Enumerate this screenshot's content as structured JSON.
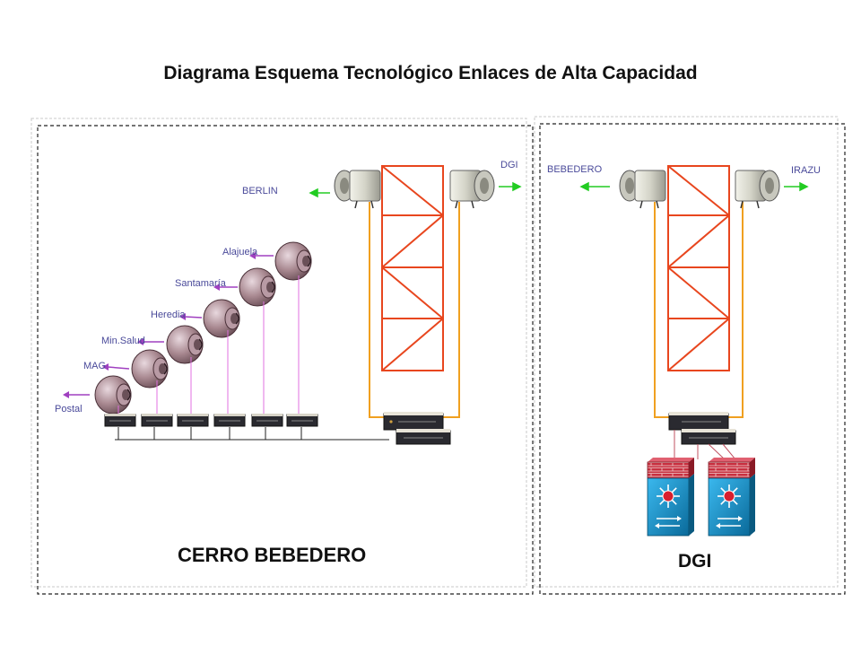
{
  "title": "Diagrama Esquema Tecnológico Enlaces de Alta Capacidad",
  "sites": {
    "left": "CERRO BEBEDERO",
    "right": "DGI"
  },
  "links": {
    "berlin": "BERLIN",
    "dgi": "DGI",
    "alajuela": "Alajuela",
    "santamaria": "Santamaría",
    "heredia": "Heredia",
    "minsalud": "Min.Salud",
    "mag": "MAG",
    "postal": "Postal",
    "bebedero": "BEBEDERO",
    "irazu": "IRAZU"
  },
  "colors": {
    "tower": "#e8461e",
    "feeder": "#f0a020",
    "dish_drop": "#e070e0",
    "green_arrow": "#22cc22",
    "purple_arrow": "#a040c0",
    "firewall": "#cc3344",
    "switch": "#1a9ad0"
  },
  "icons": [
    "tower-icon",
    "radio-antenna-icon",
    "parabolic-dish-icon",
    "router-icon",
    "firewall-switch-icon",
    "arrow-icon"
  ]
}
